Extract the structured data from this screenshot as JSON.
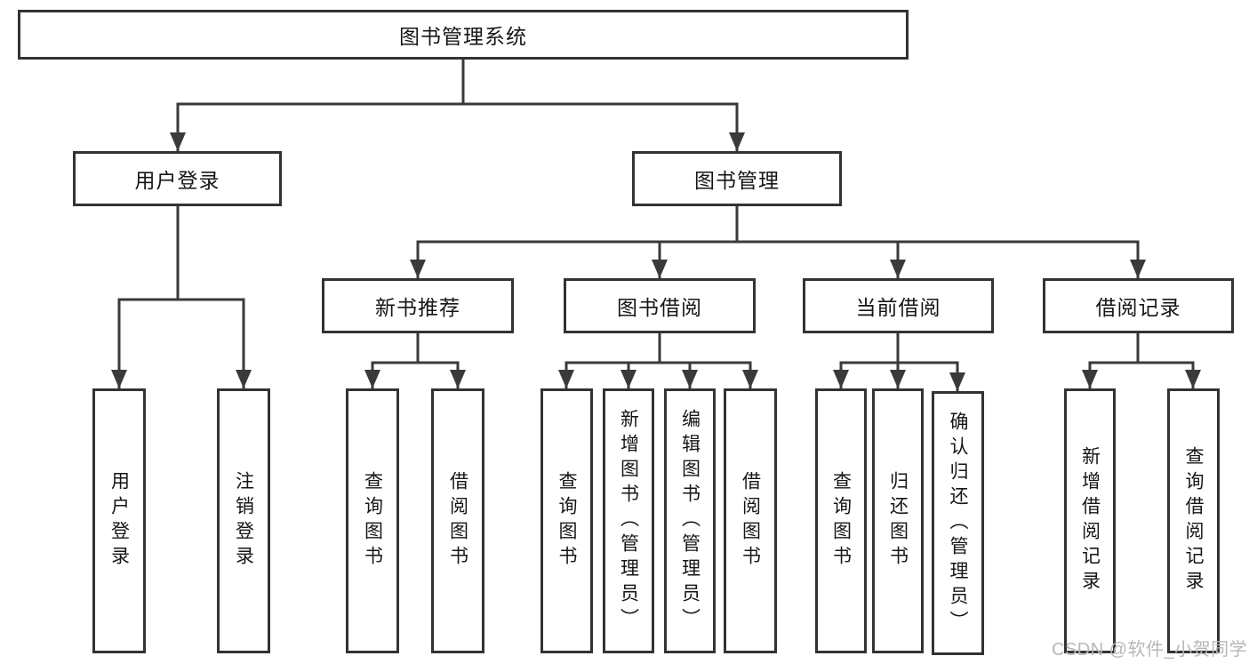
{
  "diagram": {
    "nodes": {
      "root": "图书管理系统",
      "user_login": "用户登录",
      "book_mgmt": "图书管理",
      "new_book_rec": "新书推荐",
      "book_borrow": "图书借阅",
      "current_borrow": "当前借阅",
      "borrow_records": "借阅记录",
      "leaf_user_login": "用户登录",
      "leaf_logout": "注销登录",
      "leaf_rec_query": "查询图书",
      "leaf_rec_borrow": "借阅图书",
      "leaf_bb_query": "查询图书",
      "leaf_bb_add": "新增图书（管理员）",
      "leaf_bb_edit": "编辑图书（管理员）",
      "leaf_bb_borrow": "借阅图书",
      "leaf_cb_query": "查询图书",
      "leaf_cb_return": "归还图书",
      "leaf_cb_confirm": "确认归还（管理员）",
      "leaf_br_add": "新增借阅记录",
      "leaf_br_query": "查询借阅记录"
    },
    "watermark": "CSDN @软件_小贺同学",
    "colors": {
      "line": "#3a3a3a",
      "box_border": "#333333",
      "box_fill": "#ffffff",
      "text": "#161616",
      "watermark": "#b5b7ba",
      "background": "#ffffff"
    }
  }
}
